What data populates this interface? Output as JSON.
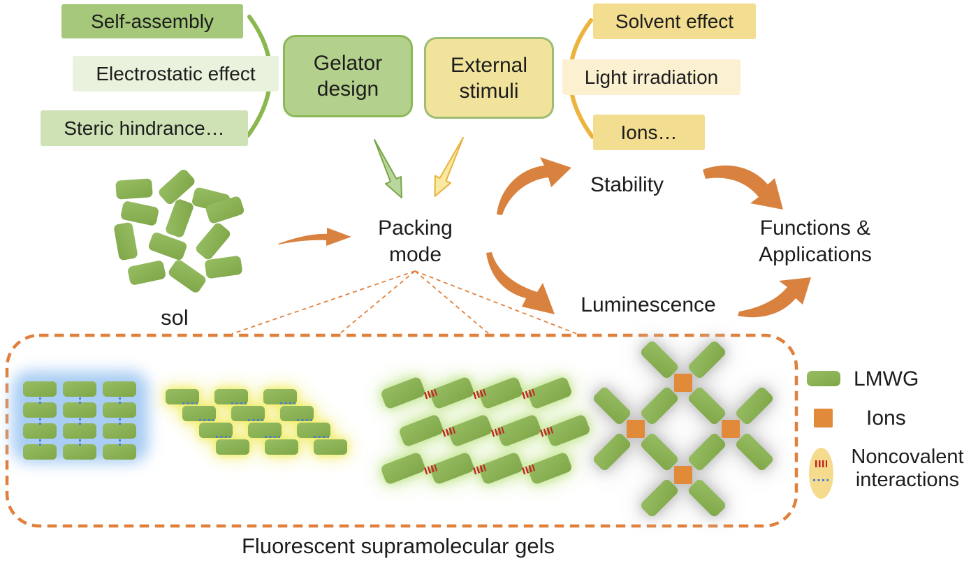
{
  "gelator_factors": [
    {
      "label": "Self-assembly"
    },
    {
      "label": "Electrostatic effect"
    },
    {
      "label": "Steric hindrance…"
    }
  ],
  "gelator_design": {
    "line1": "Gelator",
    "line2": "design"
  },
  "external_stimuli": {
    "line1": "External",
    "line2": "stimuli"
  },
  "stimuli_factors": [
    {
      "label": "Solvent effect"
    },
    {
      "label": "Light irradiation"
    },
    {
      "label": "Ions…"
    }
  ],
  "flow": {
    "sol": "sol",
    "packing_line1": "Packing",
    "packing_line2": "mode",
    "stability": "Stability",
    "luminescence": "Luminescence",
    "functions_line1": "Functions &",
    "functions_line2": "Applications"
  },
  "legend": {
    "lmwg": "LMWG",
    "ions": "Ions",
    "noncovalent_line1": "Noncovalent",
    "noncovalent_line2": "interactions"
  },
  "caption": "Fluorescent supramolecular gels",
  "icons": {
    "gelator_factor_bracket": "green-arc-bracket",
    "stimuli_factor_bracket": "yellow-arc-bracket",
    "gelator_to_packing": "green-tapered-down-arrow",
    "stimuli_to_packing": "yellow-tapered-down-arrow",
    "sol_to_packing": "orange-right-arrow",
    "packing_to_stability": "orange-curved-arrow",
    "packing_to_luminescence": "orange-curved-arrow",
    "stability_to_functions": "orange-curved-arrow",
    "luminescence_to_functions": "orange-curved-arrow",
    "gel_panel_border": "orange-dashed-rounded-rect"
  },
  "colors": {
    "green_medium_box": "#a5c87b",
    "green_light_box": "#cee2b5",
    "green_pale_box": "#e9f2dc",
    "yellow_medium_box": "#f3dd90",
    "yellow_pale_box": "#fbf1d1",
    "gelator_fill": "#b3d08c",
    "gelator_border": "#8bb958",
    "stimuli_fill": "#f2e39c",
    "stimuli_border": "#9dbd73",
    "green_arc": "#8ab84e",
    "yellow_arc": "#ecb43c",
    "orange_arrow": "#d9823f",
    "dashed_border": "#e0803c",
    "lmwg_green": "#86ad4f",
    "ion_orange": "#e08a3a",
    "blue_glow": "#a9cdf4",
    "yellow_glow": "#f0ed5a",
    "green_glow": "#bfe38a",
    "gray_glow": "#bdbdbd",
    "blue_dots": "#4a7fd4",
    "red_hash": "#c32424",
    "legend_ellipse": "#f5db8d",
    "text": "#1c1c1c"
  }
}
